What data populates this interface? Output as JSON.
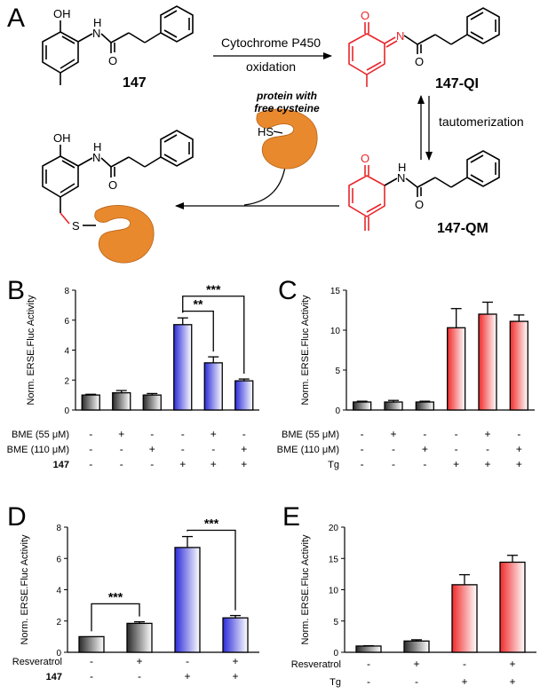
{
  "panels": {
    "A": {
      "label": "A",
      "compound_147": "147",
      "compound_qi": "147-QI",
      "compound_qm": "147-QM",
      "arrow1_top": "Cytochrome P450",
      "arrow1_bottom": "oxidation",
      "tautomer_label": "tautomerization",
      "protein_line1": "protein with",
      "protein_line2": "free cysteine",
      "atoms": {
        "oh": "OH",
        "nh": "N",
        "h": "H",
        "o": "O",
        "hs": "HS",
        "s": "S"
      }
    },
    "B": {
      "label": "B"
    },
    "C": {
      "label": "C"
    },
    "D": {
      "label": "D"
    },
    "E": {
      "label": "E"
    }
  },
  "colors": {
    "red_structure": "#e8262b",
    "protein": "#e8892d",
    "protein_dark": "#b86318",
    "gray_bar": "#555555",
    "blue_bar": "#3d3de0",
    "red_bar": "#f23a3a"
  },
  "chart_data": [
    {
      "id": "B",
      "type": "bar",
      "ylabel": "Norm. ERSE.Fluc Activity",
      "ylim": [
        0,
        8
      ],
      "yticks": [
        "0",
        "2",
        "4",
        "6",
        "8"
      ],
      "values": [
        1.0,
        1.15,
        1.0,
        5.7,
        3.15,
        1.95
      ],
      "errors": [
        0.05,
        0.15,
        0.1,
        0.45,
        0.4,
        0.12
      ],
      "colors": [
        "gray",
        "gray",
        "gray",
        "blue",
        "blue",
        "blue"
      ],
      "condition_rows": [
        {
          "label": "BME (55 μM)",
          "signs": [
            "-",
            "+",
            "-",
            "-",
            "+",
            "-"
          ]
        },
        {
          "label": "BME (110 μM)",
          "signs": [
            "-",
            "-",
            "+",
            "-",
            "-",
            "+"
          ]
        },
        {
          "label": "147",
          "signs": [
            "-",
            "-",
            "-",
            "+",
            "+",
            "+"
          ]
        }
      ],
      "significance": [
        {
          "from": 3,
          "to": 4,
          "label": "**",
          "y": 6.6
        },
        {
          "from": 3,
          "to": 5,
          "label": "***",
          "y": 7.6
        }
      ]
    },
    {
      "id": "C",
      "type": "bar",
      "ylabel": "Norm. ERSE.Fluc Activity",
      "ylim": [
        0,
        15
      ],
      "yticks": [
        "0",
        "5",
        "10",
        "15"
      ],
      "values": [
        1.0,
        1.0,
        1.0,
        10.3,
        12.0,
        11.1
      ],
      "errors": [
        0.1,
        0.2,
        0.1,
        2.4,
        1.5,
        0.8
      ],
      "colors": [
        "gray",
        "gray",
        "gray",
        "red",
        "red",
        "red"
      ],
      "condition_rows": [
        {
          "label": "BME (55 μM)",
          "signs": [
            "-",
            "+",
            "-",
            "-",
            "+",
            "-"
          ]
        },
        {
          "label": "BME (110 μM)",
          "signs": [
            "-",
            "-",
            "+",
            "-",
            "-",
            "+"
          ]
        },
        {
          "label": "Tg",
          "signs": [
            "-",
            "-",
            "-",
            "+",
            "+",
            "+"
          ]
        }
      ],
      "significance": []
    },
    {
      "id": "D",
      "type": "bar",
      "ylabel": "Norm. ERSE.Fluc Activity",
      "ylim": [
        0,
        8
      ],
      "yticks": [
        "0",
        "2",
        "4",
        "6",
        "8"
      ],
      "values": [
        1.0,
        1.85,
        6.7,
        2.2
      ],
      "errors": [
        0.0,
        0.1,
        0.7,
        0.15
      ],
      "colors": [
        "gray",
        "gray",
        "blue",
        "blue"
      ],
      "condition_rows": [
        {
          "label": "Resveratrol",
          "signs": [
            "-",
            "+",
            "-",
            "+"
          ]
        },
        {
          "label": "147",
          "signs": [
            "-",
            "-",
            "+",
            "+"
          ]
        }
      ],
      "significance": [
        {
          "from": 0,
          "to": 1,
          "label": "***",
          "y": 3.1
        },
        {
          "from": 2,
          "to": 3,
          "label": "***",
          "y": 7.8
        }
      ]
    },
    {
      "id": "E",
      "type": "bar",
      "ylabel": "Norm. ERSE.Fluc Activity",
      "ylim": [
        0,
        20
      ],
      "yticks": [
        "0",
        "5",
        "10",
        "15",
        "20"
      ],
      "values": [
        1.0,
        1.8,
        10.8,
        14.4
      ],
      "errors": [
        0.05,
        0.2,
        1.6,
        1.1
      ],
      "colors": [
        "gray",
        "gray",
        "red",
        "red"
      ],
      "condition_rows": [
        {
          "label": "Resveratrol",
          "signs": [
            "-",
            "+",
            "-",
            "+"
          ]
        },
        {
          "label": "Tg",
          "signs": [
            "-",
            "-",
            "+",
            "+"
          ]
        }
      ],
      "significance": []
    }
  ]
}
